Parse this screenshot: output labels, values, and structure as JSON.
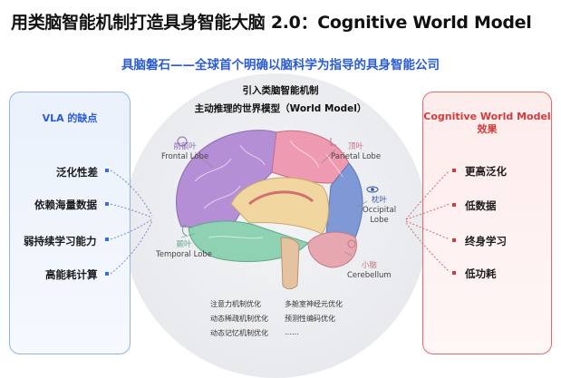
{
  "title": "用类脑智能机制打造具身智能大脑 2.0：Cognitive World Model",
  "subtitle": "具脑磐石——全球首个明确以脑科学为指导的具身智能公司",
  "center": {
    "line1": "引入类脑智能机制",
    "line2": "主动推理的世界模型（World Model）"
  },
  "left_panel": {
    "header": "VLA 的缺点",
    "items": [
      "泛化性差",
      "依赖海量数据",
      "弱持续学习能力",
      "高能耗计算"
    ]
  },
  "right_panel": {
    "header_line1": "Cognitive World Model",
    "header_line2": "效果",
    "items": [
      "更高泛化",
      "低数据",
      "终身学习",
      "低功耗"
    ]
  },
  "lobes": {
    "frontal": {
      "cn": "前额叶",
      "en": "Frontal Lobe"
    },
    "parietal": {
      "cn": "顶叶",
      "en": "Parietal Lobe"
    },
    "occipital": {
      "cn": "枕叶",
      "en1": "Occipital",
      "en2": "Lobe"
    },
    "temporal": {
      "cn": "颞叶",
      "en": "Temporal Lobe"
    },
    "cerebellum": {
      "cn": "小脑",
      "en": "Cerebellum"
    }
  },
  "notes": {
    "col1": [
      "注意力机制优化",
      "动态稀疏机制优化",
      "动态记忆机制优化"
    ],
    "col2": [
      "多舱室神经元优化",
      "预测性编码优化",
      "……"
    ]
  },
  "colors": {
    "accent_blue": "#2a5bd7",
    "accent_red": "#d43a3a",
    "frontal": "#b58fd6",
    "parietal": "#ee9ab0",
    "occipital": "#7f99d6",
    "temporal": "#8fd1b3",
    "cerebellum": "#e7a7b0"
  }
}
